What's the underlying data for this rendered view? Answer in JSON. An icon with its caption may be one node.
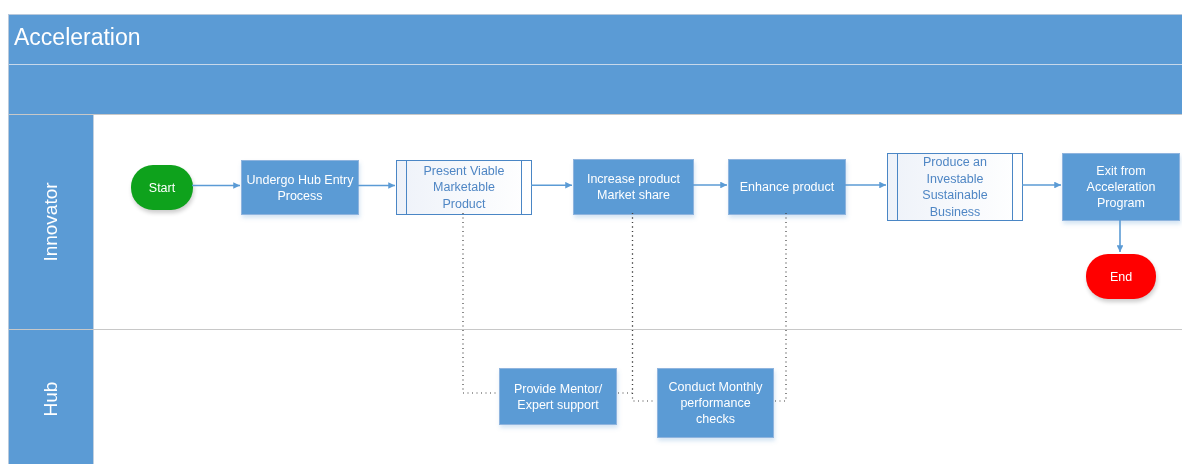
{
  "diagram": {
    "nodes": [
      {
        "text": [
          "Acceleration"
        ]
      },
      {
        "text": [
          "Innovator"
        ],
        "in": 0
      },
      {
        "text": [
          "Hub"
        ],
        "in": 0
      },
      {
        "text": [
          "Start"
        ],
        "in": 1
      },
      {
        "text": [
          "Undergo Hub Entry Process"
        ],
        "in": 1
      },
      {
        "text": [
          "Present Viable Marketable Product"
        ],
        "in": 1
      },
      {
        "text": [
          "Increase product Market share"
        ],
        "in": 1
      },
      {
        "text": [
          "Enhance product"
        ],
        "in": 1
      },
      {
        "text": [
          "Produce an Investable Sustainable Business"
        ],
        "in": 1
      },
      {
        "text": [
          "Exit from Acceleration Program"
        ],
        "in": 1
      },
      {
        "text": [
          "End"
        ],
        "in": 1
      },
      {
        "text": [
          "Provide Mentor/ Expert support"
        ],
        "in": 2
      },
      {
        "text": [
          "Conduct Monthly performance checks"
        ],
        "in": 2
      }
    ],
    "edges": [
      {
        "from": 3,
        "to": 4,
        "arrow": "to"
      },
      {
        "from": 4,
        "to": 5,
        "arrow": "to"
      },
      {
        "from": 5,
        "to": 6,
        "arrow": "to"
      },
      {
        "from": 6,
        "to": 7,
        "arrow": "to"
      },
      {
        "from": 7,
        "to": 8,
        "arrow": "to"
      },
      {
        "from": 8,
        "to": 9,
        "arrow": "to"
      },
      {
        "from": 9,
        "to": 10,
        "arrow": "to"
      },
      {
        "from": 5,
        "to": 11,
        "arrow": "none",
        "style": "dashed",
        "color": "#404040"
      },
      {
        "from": 6,
        "to": 11,
        "arrow": "none",
        "style": "dashed",
        "color": "#404040"
      },
      {
        "from": 6,
        "to": 12,
        "arrow": "none",
        "style": "dashed",
        "color": "#404040"
      },
      {
        "from": 7,
        "to": 12,
        "arrow": "none",
        "style": "dashed",
        "color": "#404040"
      }
    ]
  }
}
